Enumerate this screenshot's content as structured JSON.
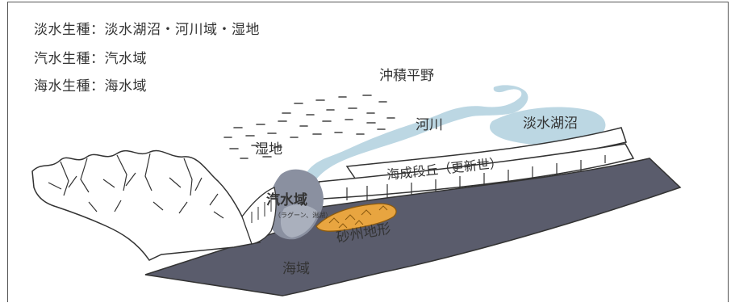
{
  "legend": [
    "淡水生種：淡水湖沼・河川域・湿地",
    "汽水生種：汽水域",
    "海水生種：海水域"
  ],
  "labels": {
    "alluvial_plain": "沖積平野",
    "river": "河川",
    "freshwater_lake": "淡水湖沼",
    "wetland": "湿地",
    "marine_terrace": "海成段丘（更新世）",
    "brackish_area": "汽水域",
    "brackish_note": "（ラグーン、潟湖）",
    "sandbar": "砂州地形",
    "sea_area": "海域"
  },
  "colors": {
    "sea": "#5a5c6c",
    "water": "#bcd7e3",
    "brackish": "#8a90a0",
    "sandbar": "#e8a540",
    "line": "#333333"
  }
}
